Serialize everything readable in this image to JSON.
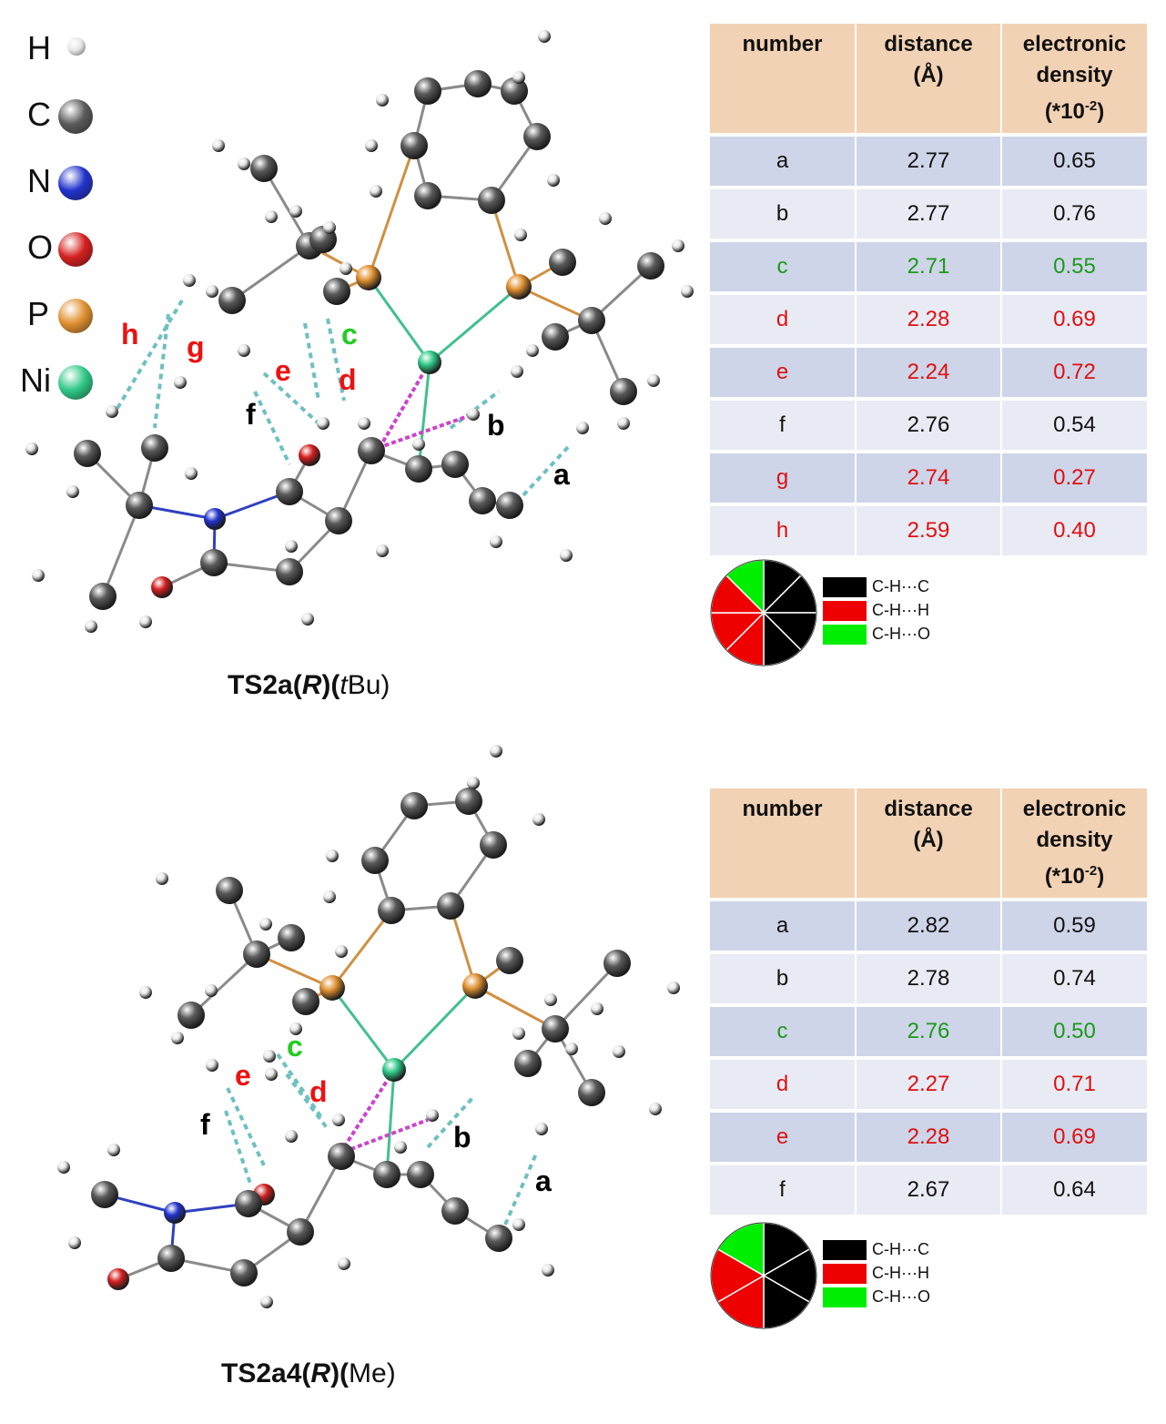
{
  "atom_legend": [
    {
      "symbol": "H",
      "color": "#e6e6e6"
    },
    {
      "symbol": "C",
      "color": "#5a5a5a"
    },
    {
      "symbol": "N",
      "color": "#2233cc"
    },
    {
      "symbol": "O",
      "color": "#d42020"
    },
    {
      "symbol": "P",
      "color": "#e09030"
    },
    {
      "symbol": "Ni",
      "color": "#30c888"
    }
  ],
  "label_colors": {
    "black": "#000000",
    "red": "#ee1111",
    "green": "#22cc22"
  },
  "panels": [
    {
      "caption": {
        "part1": "TS2a(",
        "part2": "R",
        "part3": ")(",
        "part4": "t",
        "part5": "Bu)"
      },
      "table": {
        "headers": [
          "number",
          "distance (Å)",
          "electronic density (*10-2)"
        ],
        "header_lines": [
          [
            "number"
          ],
          [
            "distance",
            "(Å)"
          ],
          [
            "electronic",
            "density",
            "(*10",
            "-2",
            ")"
          ]
        ],
        "rows": [
          {
            "number": "a",
            "distance": "2.77",
            "density": "0.65",
            "color": "#111111"
          },
          {
            "number": "b",
            "distance": "2.77",
            "density": "0.76",
            "color": "#111111"
          },
          {
            "number": "c",
            "distance": "2.71",
            "density": "0.55",
            "color": "#1a9a1a"
          },
          {
            "number": "d",
            "distance": "2.28",
            "density": "0.69",
            "color": "#dd1111"
          },
          {
            "number": "e",
            "distance": "2.24",
            "density": "0.72",
            "color": "#dd1111"
          },
          {
            "number": "f",
            "distance": "2.76",
            "density": "0.54",
            "color": "#111111"
          },
          {
            "number": "g",
            "distance": "2.74",
            "density": "0.27",
            "color": "#dd1111"
          },
          {
            "number": "h",
            "distance": "2.59",
            "density": "0.40",
            "color": "#dd1111"
          }
        ]
      },
      "pie": {
        "slices": [
          {
            "label": "C-H···C",
            "count": 4,
            "color": "#000000"
          },
          {
            "label": "C-H···H",
            "count": 3,
            "color": "#ee0000"
          },
          {
            "label": "C-H···O",
            "count": 1,
            "color": "#00ee00"
          }
        ]
      },
      "bond_labels": [
        "a",
        "b",
        "c",
        "d",
        "e",
        "f",
        "g",
        "h"
      ]
    },
    {
      "caption": {
        "part1": "TS2a4(",
        "part2": "R",
        "part3": ")(",
        "part4": "",
        "part5": "Me)"
      },
      "table": {
        "headers": [
          "number",
          "distance (Å)",
          "electronic density (*10-2)"
        ],
        "header_lines": [
          [
            "number"
          ],
          [
            "distance",
            "(Å)"
          ],
          [
            "electronic",
            "density",
            "(*10",
            "-2",
            ")"
          ]
        ],
        "rows": [
          {
            "number": "a",
            "distance": "2.82",
            "density": "0.59",
            "color": "#111111"
          },
          {
            "number": "b",
            "distance": "2.78",
            "density": "0.74",
            "color": "#111111"
          },
          {
            "number": "c",
            "distance": "2.76",
            "density": "0.50",
            "color": "#1a9a1a"
          },
          {
            "number": "d",
            "distance": "2.27",
            "density": "0.71",
            "color": "#dd1111"
          },
          {
            "number": "e",
            "distance": "2.28",
            "density": "0.69",
            "color": "#dd1111"
          },
          {
            "number": "f",
            "distance": "2.67",
            "density": "0.64",
            "color": "#111111"
          }
        ]
      },
      "pie": {
        "slices": [
          {
            "label": "C-H···C",
            "count": 3,
            "color": "#000000"
          },
          {
            "label": "C-H···H",
            "count": 2,
            "color": "#ee0000"
          },
          {
            "label": "C-H···O",
            "count": 1,
            "color": "#00ee00"
          }
        ]
      },
      "bond_labels": [
        "a",
        "b",
        "c",
        "d",
        "e",
        "f"
      ]
    }
  ]
}
